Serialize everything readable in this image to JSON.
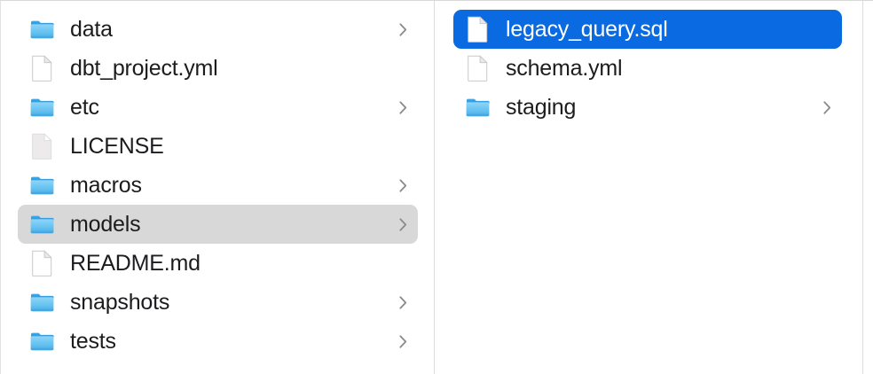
{
  "app": {
    "name": "Finder",
    "view": "column",
    "accent_selected_active": "#0a6ae1",
    "accent_selected_inactive": "#d8d8d8",
    "folder_icon_color": "#53b9f0",
    "text_color": "#1c1c1e",
    "selected_text_color": "#ffffff",
    "divider_color": "#dcdcdc",
    "background": "#ffffff"
  },
  "columns": [
    {
      "name": "project-root-column",
      "items": [
        {
          "label": "data",
          "kind": "folder",
          "icon": "folder-icon",
          "chevron": true,
          "chevron_icon": "chevron-right-icon",
          "selected": "none"
        },
        {
          "label": "dbt_project.yml",
          "kind": "file",
          "icon": "document-icon",
          "chevron": false,
          "chevron_icon": "",
          "selected": "none"
        },
        {
          "label": "etc",
          "kind": "folder",
          "icon": "folder-icon",
          "chevron": true,
          "chevron_icon": "chevron-right-icon",
          "selected": "none"
        },
        {
          "label": "LICENSE",
          "kind": "file",
          "icon": "document-gray-icon",
          "chevron": false,
          "chevron_icon": "",
          "selected": "none"
        },
        {
          "label": "macros",
          "kind": "folder",
          "icon": "folder-icon",
          "chevron": true,
          "chevron_icon": "chevron-right-icon",
          "selected": "none"
        },
        {
          "label": "models",
          "kind": "folder",
          "icon": "folder-icon",
          "chevron": true,
          "chevron_icon": "chevron-right-icon",
          "selected": "inactive"
        },
        {
          "label": "README.md",
          "kind": "file",
          "icon": "document-icon",
          "chevron": false,
          "chevron_icon": "",
          "selected": "none"
        },
        {
          "label": "snapshots",
          "kind": "folder",
          "icon": "folder-icon",
          "chevron": true,
          "chevron_icon": "chevron-right-icon",
          "selected": "none"
        },
        {
          "label": "tests",
          "kind": "folder",
          "icon": "folder-icon",
          "chevron": true,
          "chevron_icon": "chevron-right-icon",
          "selected": "none"
        }
      ]
    },
    {
      "name": "models-column",
      "items": [
        {
          "label": "legacy_query.sql",
          "kind": "file",
          "icon": "document-icon",
          "chevron": false,
          "chevron_icon": "",
          "selected": "active"
        },
        {
          "label": "schema.yml",
          "kind": "file",
          "icon": "document-icon",
          "chevron": false,
          "chevron_icon": "",
          "selected": "none"
        },
        {
          "label": "staging",
          "kind": "folder",
          "icon": "folder-icon",
          "chevron": true,
          "chevron_icon": "chevron-right-icon",
          "selected": "none"
        }
      ]
    }
  ]
}
